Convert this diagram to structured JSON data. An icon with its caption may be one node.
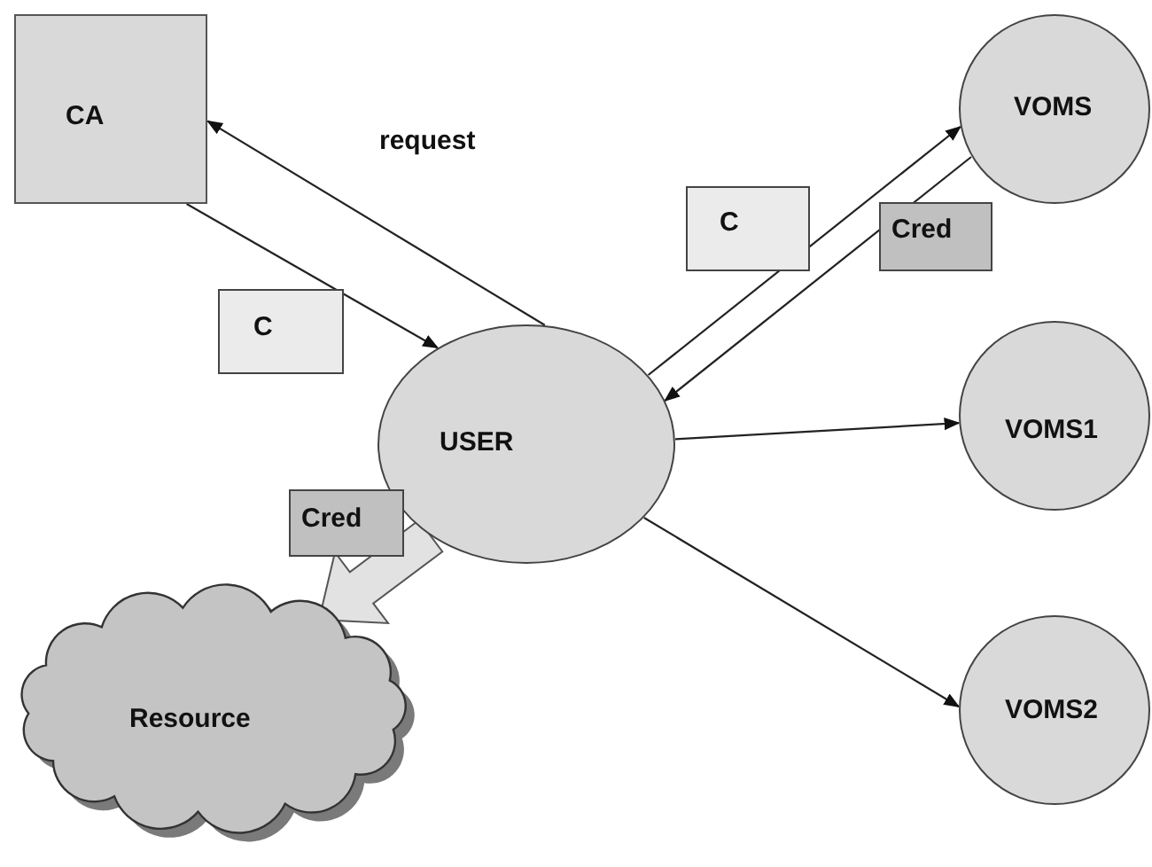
{
  "diagram": {
    "nodes": [
      {
        "text": [
          "CA"
        ]
      },
      {
        "text": [
          "USER"
        ]
      },
      {
        "text": [
          "VOMS"
        ]
      },
      {
        "text": [
          "VOMS1"
        ]
      },
      {
        "text": [
          "VOMS2"
        ]
      },
      {
        "text": [
          "Resource"
        ]
      }
    ],
    "edges": [
      {
        "from": 0,
        "to": 1,
        "arrow": "to",
        "label": "C"
      },
      {
        "from": 1,
        "to": 0,
        "arrow": "to",
        "label": "request"
      },
      {
        "from": 1,
        "to": 2,
        "arrow": "to",
        "label": "C"
      },
      {
        "from": 2,
        "to": 1,
        "arrow": "to",
        "label": "Cred"
      },
      {
        "from": 1,
        "to": 3,
        "arrow": "to"
      },
      {
        "from": 1,
        "to": 4,
        "arrow": "to"
      },
      {
        "from": 1,
        "to": 5,
        "arrow": "to",
        "label": "Cred",
        "style": "thick"
      }
    ]
  }
}
